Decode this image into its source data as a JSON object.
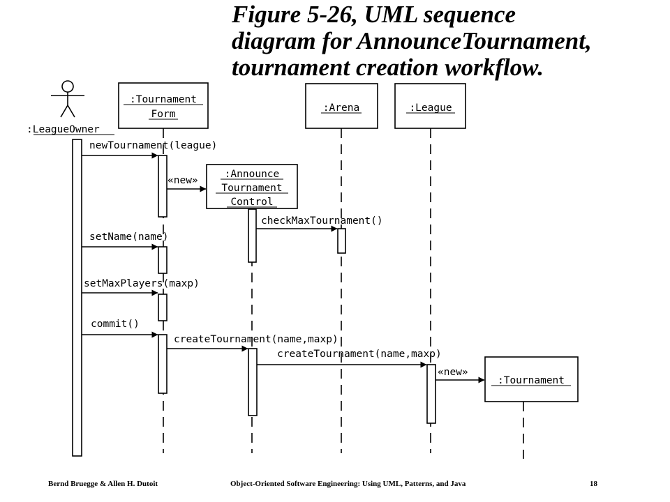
{
  "title_lines": [
    "Figure 5-26, UML sequence",
    "diagram for AnnounceTournament,",
    "tournament creation workflow."
  ],
  "actor": {
    "prefix": ":",
    "name": "LeagueOwner"
  },
  "objects": {
    "tournament_form": [
      ":Tournament",
      "Form"
    ],
    "arena": [
      ":Arena"
    ],
    "league": [
      ":League"
    ],
    "announce_control": [
      ":Announce",
      "Tournament",
      "Control"
    ],
    "tournament": [
      ":Tournament"
    ]
  },
  "messages": {
    "new_tournament": "newTournament(league)",
    "new_control": "«new»",
    "check_max": "checkMaxTournament()",
    "set_name": "setName(name)",
    "set_max_players": "setMaxPlayers(maxp)",
    "commit": "commit()",
    "create_tournament_1": "createTournament(name,maxp)",
    "create_tournament_2": "createTournament(name,maxp)",
    "new_tournament_obj": "«new»"
  },
  "footer": {
    "authors": "Bernd Bruegge & Allen H. Dutoit",
    "book": "Object-Oriented Software Engineering: Using UML, Patterns, and Java",
    "page": "18"
  }
}
